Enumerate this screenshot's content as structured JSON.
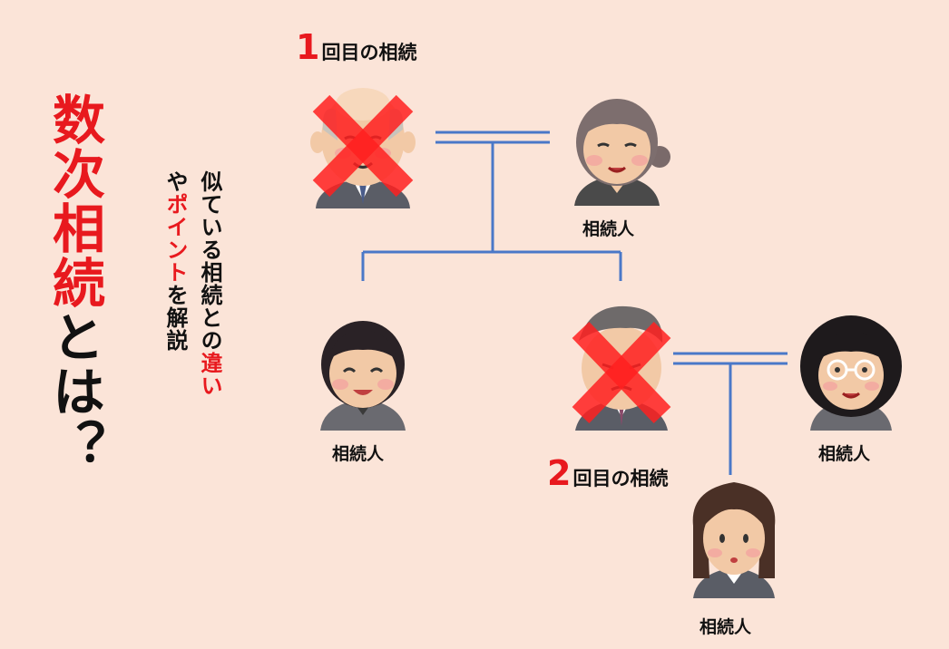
{
  "title": {
    "part1": "数次相続",
    "part2": "とは？"
  },
  "subtitle": {
    "line1_a": "似ている相続との",
    "line1_b": "違い",
    "line2_a": "や",
    "line2_b": "ポイント",
    "line2_c": "を解説"
  },
  "first_inheritance": {
    "number": "1",
    "text": "回目の相続"
  },
  "second_inheritance": {
    "number": "2",
    "text": "回目の相続"
  },
  "heir_label": "相続人",
  "colors": {
    "accent_red": "#e8191e",
    "line_blue": "#4a78c8",
    "background": "#fbe4d8"
  },
  "people": [
    {
      "id": "grandfather",
      "icon": "elderly-man-icon",
      "deceased": true
    },
    {
      "id": "grandmother",
      "icon": "elderly-woman-icon",
      "heir": true
    },
    {
      "id": "son",
      "icon": "man-icon",
      "heir": true
    },
    {
      "id": "second-father",
      "icon": "middle-aged-man-icon",
      "deceased": true
    },
    {
      "id": "second-mother",
      "icon": "woman-glasses-icon",
      "heir": true
    },
    {
      "id": "daughter",
      "icon": "young-woman-icon",
      "heir": true
    }
  ]
}
